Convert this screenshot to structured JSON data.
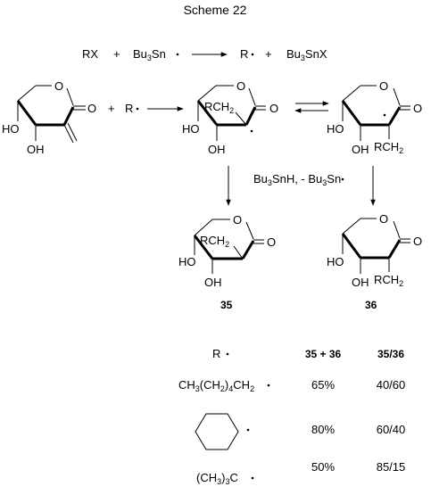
{
  "scheme_title": "Scheme 22",
  "eq1": {
    "r1": "RX",
    "plus1": "+",
    "bu": "Bu",
    "bu_sub": "3",
    "sn": "Sn",
    "r2": "R",
    "plus2": "+",
    "bu2": "Bu",
    "bu2_sub": "3",
    "snx": "SnX"
  },
  "row1": {
    "plus": "+",
    "radical": "R",
    "oxygen": "O",
    "ho": "HO",
    "oh": "OH",
    "rch2": "RCH",
    "rch2_sub": "2"
  },
  "conditions": {
    "text1": "Bu",
    "sub1": "3",
    "text2": "SnH, - Bu",
    "sub2": "3",
    "text3": "Sn"
  },
  "labels": {
    "compound35": "35",
    "compound36": "36"
  },
  "table": {
    "headers": [
      "R",
      "35 + 36",
      "35/36"
    ],
    "rows": [
      {
        "r_pre": "CH",
        "r_s1": "3",
        "r_mid": "(CH",
        "r_s2": "2",
        "r_mid2": ")",
        "r_s3": "4",
        "r_post": "CH",
        "r_s4": "2",
        "yield": "65%",
        "ratio": "40/60"
      },
      {
        "r_is_ring": true,
        "yield": "80%",
        "ratio": "60/40"
      },
      {
        "r_pre": "(CH",
        "r_s1": "3",
        "r_mid": ")",
        "r_s2": "3",
        "r_post": "C",
        "yield": "50%",
        "ratio": "85/15"
      }
    ]
  }
}
